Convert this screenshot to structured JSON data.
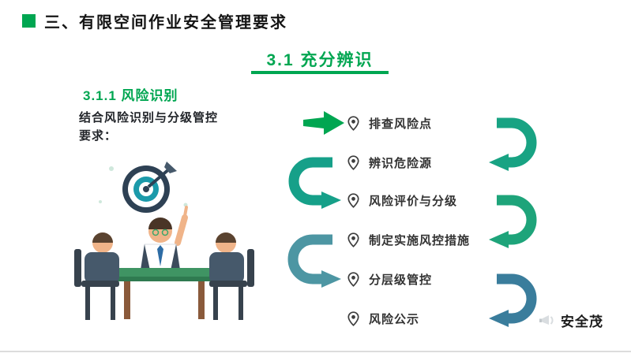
{
  "header": {
    "title": "三、有限空间作业安全管理要求",
    "bullet_color": "#00A651"
  },
  "section": {
    "title": "3.1  充分辨识",
    "accent_color": "#00A651"
  },
  "left_panel": {
    "subtitle": "3.1.1  风险识别",
    "description_line1": "结合风险识别与分级管控",
    "description_line2": "要求："
  },
  "steps": [
    {
      "label": "排查风险点"
    },
    {
      "label": "辨识危险源"
    },
    {
      "label": "风险评价与分级"
    },
    {
      "label": "制定实施风控措施"
    },
    {
      "label": "分层级管控"
    },
    {
      "label": "风险公示"
    }
  ],
  "connectors": {
    "entry_arrow_color": "#00A651",
    "hook_1_color": "#18A383",
    "hook_2_color": "#16A089",
    "hook_3_color": "#1EA47A",
    "hook_4_color": "#4D96A3",
    "hook_5_color": "#3A7D9C"
  },
  "watermark": {
    "label": "安全茂"
  }
}
